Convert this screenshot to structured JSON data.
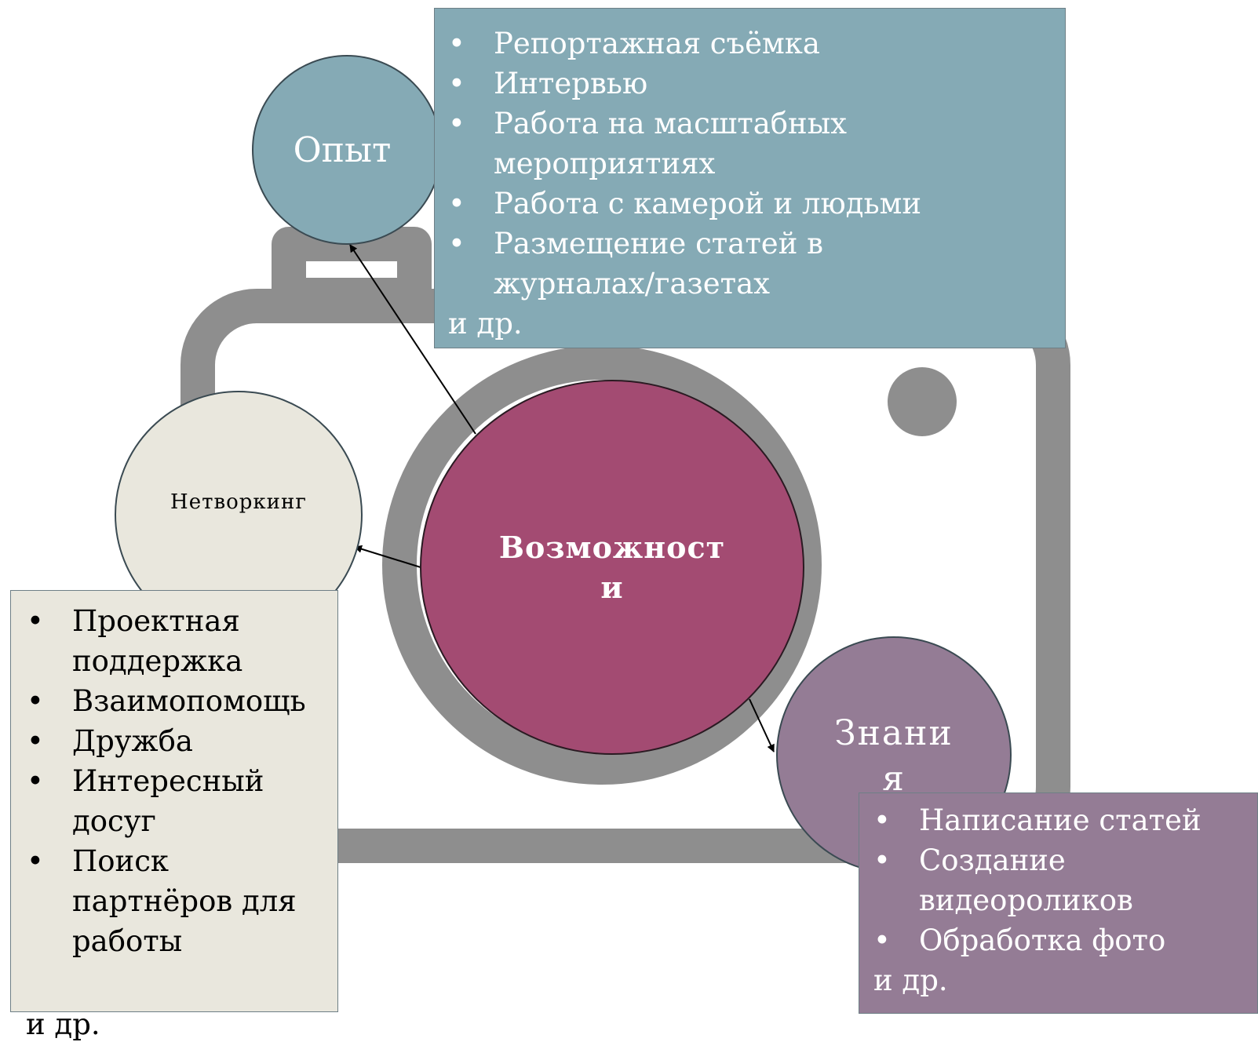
{
  "colors": {
    "experience": "#85aab5",
    "networking": "#e9e7dd",
    "center": "#a34b72",
    "knowledge": "#947c95",
    "camera_stroke": "#8e8e8e"
  },
  "icon": "camera-icon",
  "center": {
    "label": "Возможности"
  },
  "experience": {
    "title": "Опыт",
    "items": [
      "Репортажная съёмка",
      "Интервью",
      "Работа на масштабных мероприятиях",
      "Работа с камерой и людьми",
      "Размещение статей в журналах/газетах"
    ],
    "footer": "и др."
  },
  "networking": {
    "title": "Нетворкинг",
    "items": [
      "Проектная поддержка",
      "Взаимопомощь",
      "Дружба",
      "Интересный досуг",
      "Поиск партнёров для работы"
    ],
    "footer": "и др."
  },
  "knowledge": {
    "title": "Знания",
    "items": [
      "Написание статей",
      "Создание видеороликов",
      "Обработка фото"
    ],
    "footer": "и др."
  }
}
